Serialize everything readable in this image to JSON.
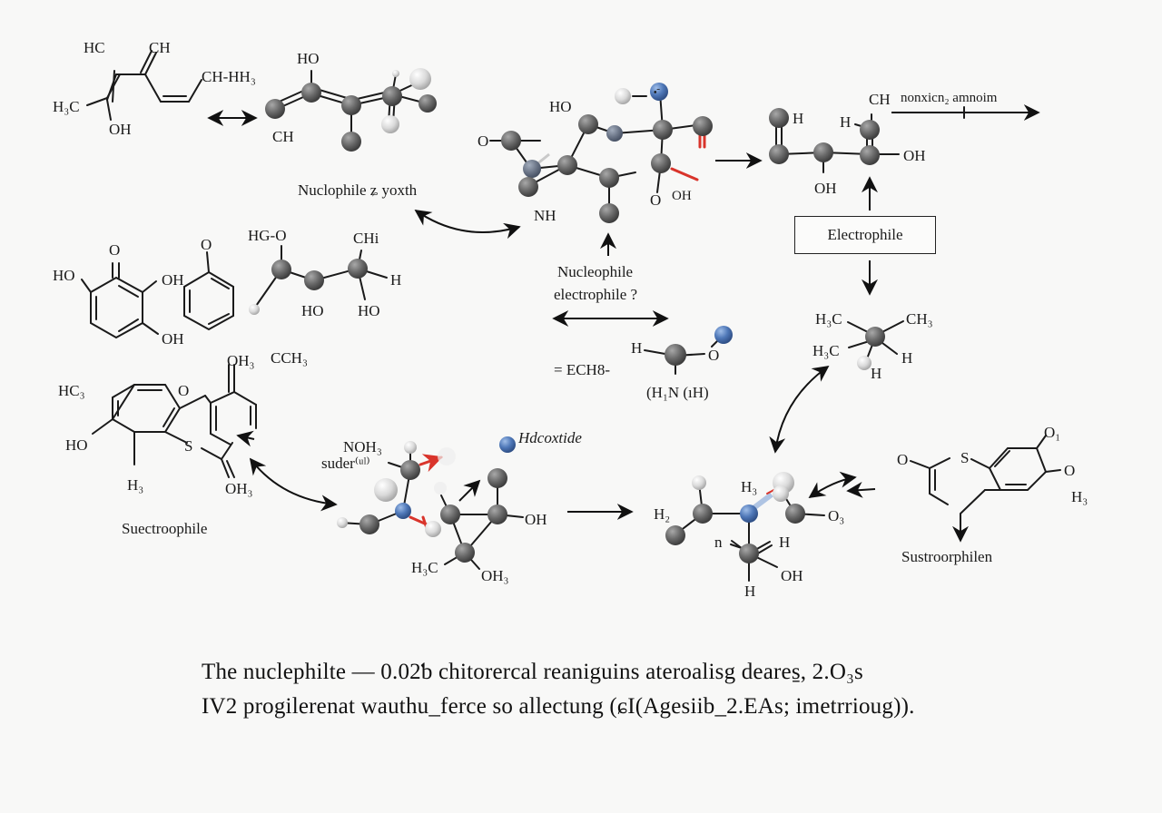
{
  "diagram": {
    "title": "Nucleophile / Electrophile reaction scheme",
    "colors": {
      "background": "#f8f8f7",
      "carbon_atom": "#6b6b6b",
      "hydrogen_atom": "#d9d9d9",
      "nitrogen_atom": "#4f78b8",
      "oxygen_highlight": "#d9342b",
      "ink": "#1a1a1a"
    },
    "molecules": {
      "top_left_skeletal": {
        "labels": [
          "HC",
          "CH",
          "CH-HH₃",
          "H₃C",
          "OH"
        ]
      },
      "top_ball_stick": {
        "labels": [
          "HO",
          "CH"
        ],
        "caption": "Nuclophile ʑ yoxth"
      },
      "top_center_cluster": {
        "labels": [
          "HO",
          "O",
          "NH",
          "O",
          "OH"
        ],
        "blue_atom_label": "•ˉ"
      },
      "top_right_chain": {
        "labels": [
          "H",
          "CH",
          "H",
          "OH",
          "OH"
        ],
        "arrow_label": "nonxicn₂ amnoim"
      },
      "electrophile_box": {
        "label": "Electrophile"
      },
      "tertiary_center": {
        "labels": [
          "H₃C",
          "CH₃",
          "H₃C",
          "H",
          "H"
        ]
      },
      "middle_left_ring": {
        "labels": [
          "O",
          "HO",
          "OH",
          "OH"
        ]
      },
      "middle_phenol": {
        "labels": [
          "O"
        ]
      },
      "middle_ball_stick": {
        "labels": [
          "HG-O",
          "CHi",
          "H",
          "HO",
          "HO"
        ]
      },
      "middle_question": {
        "line1": "Nucleophile",
        "line2": "electrophile ?"
      },
      "middle_formula": {
        "prefix": "= ECH8-",
        "labels": [
          "H",
          "O",
          "(H₁N (ıH)"
        ]
      },
      "bottom_left_tricycle": {
        "labels": [
          "OH₃",
          "CCH₃",
          "HC₃",
          "O",
          "HO",
          "S",
          "H₃",
          "OH₃"
        ],
        "caption": "Suectroophile"
      },
      "bottom_center_cluster": {
        "labels": [
          "NOH₃",
          "suder⁽ᵘˡ⁾",
          "OH",
          "H₃C",
          "OH₃"
        ],
        "blue_label": "Hdcoxtide"
      },
      "bottom_right_cluster": {
        "labels": [
          "H₂",
          "H₃",
          "O₃",
          "n",
          "H",
          "OH",
          "H"
        ]
      },
      "far_right_ring": {
        "labels": [
          "O",
          "S",
          "O₁",
          "O",
          "H₃"
        ],
        "caption": "Sustroorphilen"
      }
    }
  },
  "footer": {
    "line1": "The nuclephilte — 0.02ƅ chitorercal  reaniguins  ateroalisg deares̱, 2.O₃s",
    "line2": "IV2 progilerenat wauthu_ferce so  allectung (ɕI(Agesiib_2.EAs; imetrrioug))."
  }
}
